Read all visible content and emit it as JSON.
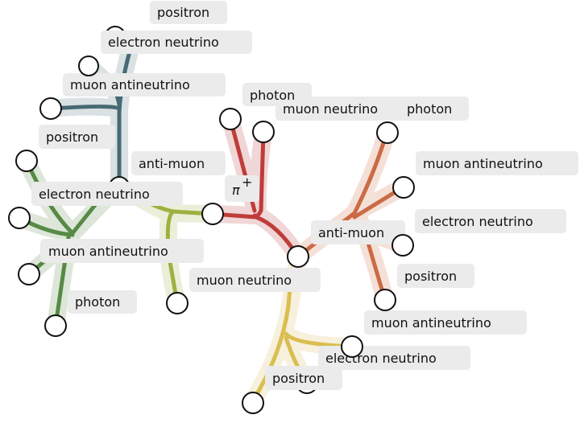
{
  "labels": [
    "positron",
    "electron neutrino",
    "muon antineutrino",
    "positron",
    "anti-muon",
    "electron neutrino",
    "π",
    "+",
    "photon",
    "muon neutrino",
    "photon",
    "muon antineutrino",
    "electron neutrino",
    "anti-muon",
    "positron",
    "muon antineutrino",
    "electron neutrino",
    "positron",
    "muon neutrino",
    "muon antineutrino",
    "photon"
  ],
  "colors": {
    "teal": "#476a74",
    "green": "#578a45",
    "olive": "#9fb040",
    "red": "#be3c3a",
    "orange": "#cb6b45",
    "yellow": "#d9be50"
  }
}
